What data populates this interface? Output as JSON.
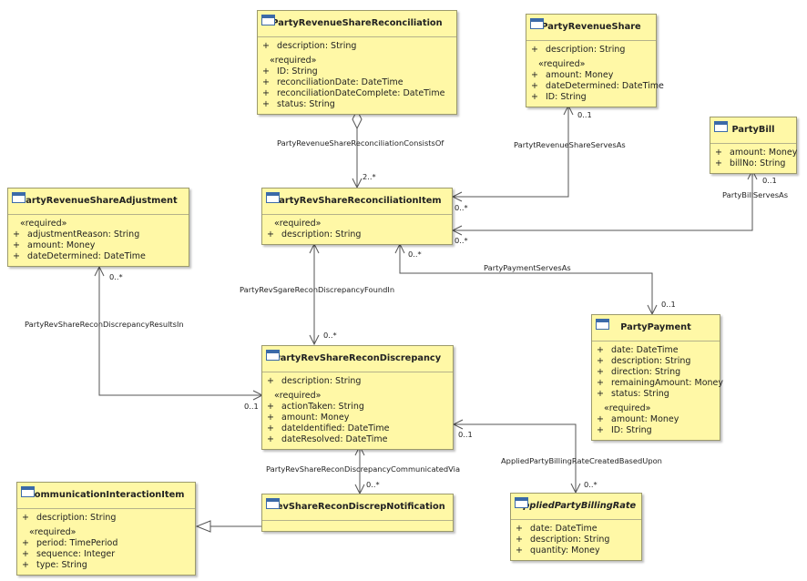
{
  "classes": {
    "reconciliation": {
      "name": "PartyRevenueShareReconciliation",
      "attrs": [
        {
          "v": "+",
          "t": "description: String"
        }
      ],
      "stereotype": "«required»",
      "req": [
        {
          "v": "+",
          "t": "ID: String"
        },
        {
          "v": "+",
          "t": "reconciliationDate: DateTime"
        },
        {
          "v": "+",
          "t": "reconciliationDateComplete: DateTime"
        },
        {
          "v": "+",
          "t": "status: String"
        }
      ]
    },
    "revshare": {
      "name": "PartyRevenueShare",
      "attrs": [
        {
          "v": "+",
          "t": "description: String"
        }
      ],
      "stereotype": "«required»",
      "req": [
        {
          "v": "+",
          "t": "amount: Money"
        },
        {
          "v": "+",
          "t": "dateDetermined: DateTime"
        },
        {
          "v": "+",
          "t": "ID: String"
        }
      ]
    },
    "bill": {
      "name": "PartyBill",
      "attrs": [
        {
          "v": "+",
          "t": "amount: Money"
        },
        {
          "v": "+",
          "t": "billNo: String"
        }
      ]
    },
    "adjustment": {
      "name": "PartyRevenueShareAdjustment",
      "attrs": [],
      "stereotype": "«required»",
      "req": [
        {
          "v": "+",
          "t": "adjustmentReason: String"
        },
        {
          "v": "+",
          "t": "amount: Money"
        },
        {
          "v": "+",
          "t": "dateDetermined: DateTime"
        }
      ]
    },
    "reconitem": {
      "name": "PartyRevShareReconciliationItem",
      "attrs": [],
      "stereotype": "«required»",
      "req": [
        {
          "v": "+",
          "t": "description: String"
        }
      ]
    },
    "discrepancy": {
      "name": "PartyRevShareReconDiscrepancy",
      "attrs": [
        {
          "v": "+",
          "t": "description: String"
        }
      ],
      "stereotype": "«required»",
      "req": [
        {
          "v": "+",
          "t": "actionTaken: String"
        },
        {
          "v": "+",
          "t": "amount: Money"
        },
        {
          "v": "+",
          "t": "dateIdentified: DateTime"
        },
        {
          "v": "+",
          "t": "dateResolved: DateTime"
        }
      ]
    },
    "payment": {
      "name": "PartyPayment",
      "attrs": [
        {
          "v": "+",
          "t": "date: DateTime"
        },
        {
          "v": "+",
          "t": "description: String"
        },
        {
          "v": "+",
          "t": "direction: String"
        },
        {
          "v": "+",
          "t": "remainingAmount: Money"
        },
        {
          "v": "+",
          "t": "status: String"
        }
      ],
      "stereotype": "«required»",
      "req": [
        {
          "v": "+",
          "t": "amount: Money"
        },
        {
          "v": "+",
          "t": "ID: String"
        }
      ]
    },
    "commitem": {
      "name": "CommunicationInteractionItem",
      "attrs": [
        {
          "v": "+",
          "t": "description: String"
        }
      ],
      "stereotype": "«required»",
      "req": [
        {
          "v": "+",
          "t": "period: TimePeriod"
        },
        {
          "v": "+",
          "t": "sequence: Integer"
        },
        {
          "v": "+",
          "t": "type: String"
        }
      ]
    },
    "notification": {
      "name": "RevShareReconDiscrepNotification",
      "attrs": []
    },
    "billingrate": {
      "name": "AppliedPartyBillingRate",
      "abstract": true,
      "attrs": [
        {
          "v": "+",
          "t": "date: DateTime"
        },
        {
          "v": "+",
          "t": "description: String"
        },
        {
          "v": "+",
          "t": "quantity: Money"
        }
      ]
    }
  },
  "associations": {
    "consists_of": "PartyRevenueShareReconciliationConsistsOf",
    "serves_as_revshare": "PartytRevenueShareServesAs",
    "bill_serves_as": "PartyBillServesAs",
    "payment_serves_as": "PartyPaymentServesAs",
    "found_in": "PartyRevSgareReconDiscrepancyFoundIn",
    "results_in": "PartyRevShareReconDiscrepancyResultsIn",
    "communicated_via": "PartyRevShareReconDiscrepancyCommunicatedVia",
    "created_based_upon": "AppliedPartyBillingRateCreatedBasedUpon"
  },
  "multiplicities": {
    "m_consists": "2..*",
    "m_revshare_src": "0..1",
    "m_revshare_tgt": "0..*",
    "m_bill_src": "0..1",
    "m_bill_tgt": "0..*",
    "m_payment_src": "0..*",
    "m_payment_tgt": "0..1",
    "m_found": "0..*",
    "m_results_src": "0..*",
    "m_results_tgt": "0..1",
    "m_comm": "0..*",
    "m_rate_src": "0..1",
    "m_rate_tgt": "0..*"
  }
}
